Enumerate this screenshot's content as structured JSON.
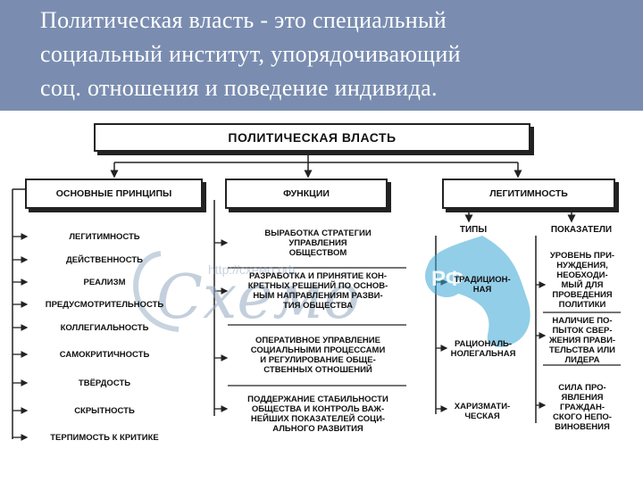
{
  "header": {
    "line1": "Политическая власть - это специальный",
    "line2": "социальный институт, упорядочивающий",
    "line3": "соц. отношения и поведение индивида."
  },
  "diagram": {
    "title": "ПОЛИТИЧЕСКАЯ ВЛАСТЬ",
    "principles": {
      "heading": "ОСНОВНЫЕ ПРИНЦИПЫ",
      "items": [
        "ЛЕГИТИМНОСТЬ",
        "ДЕЙСТВЕННОСТЬ",
        "РЕАЛИЗМ",
        "ПРЕДУСМОТРИТЕЛЬНОСТЬ",
        "КОЛЛЕГИАЛЬНОСТЬ",
        "САМОКРИТИЧНОСТЬ",
        "ТВЁРДОСТЬ",
        "СКРЫТНОСТЬ",
        "ТЕРПИМОСТЬ К КРИТИКЕ"
      ]
    },
    "functions": {
      "heading": "ФУНКЦИИ",
      "items": [
        "ВЫРАБОТКА СТРАТЕГИИ\nУПРАВЛЕНИЯ\nОБЩЕСТВОМ",
        "РАЗРАБОТКА И ПРИНЯТИЕ КОН-\nКРЕТНЫХ РЕШЕНИЙ ПО ОСНОВ-\nНЫМ НАПРАВЛЕНИЯМ РАЗВИ-\nТИЯ ОБЩЕСТВА",
        "ОПЕРАТИВНОЕ УПРАВЛЕНИЕ\nСОЦИАЛЬНЫМИ ПРОЦЕССАМИ\nИ РЕГУЛИРОВАНИЕ ОБЩЕ-\nСТВЕННЫХ ОТНОШЕНИЙ",
        "ПОДДЕРЖАНИЕ СТАБИЛЬНОСТИ\nОБЩЕСТВА И КОНТРОЛЬ ВАЖ-\nНЕЙШИХ ПОКАЗАТЕЛЕЙ СОЦИ-\nАЛЬНОГО РАЗВИТИЯ"
      ]
    },
    "legitimacy": {
      "heading": "ЛЕГИТИМНОСТЬ",
      "types_heading": "ТИПЫ",
      "indicators_heading": "ПОКАЗАТЕЛИ",
      "types": [
        "ТРАДИЦИОН-\nНАЯ",
        "РАЦИОНАЛЬ-\nНОЛЕГАЛЬНАЯ",
        "ХАРИЗМАТИ-\nЧЕСКАЯ"
      ],
      "indicators": [
        "УРОВЕНЬ ПРИ-\nНУЖДЕНИЯ,\nНЕОБХОДИ-\nМЫЙ ДЛЯ\nПРОВЕДЕНИЯ\nПОЛИТИКИ",
        "НАЛИЧИЕ ПО-\nПЫТОК СВЕР-\nЖЕНИЯ ПРАВИ-\nТЕЛЬСТВА ИЛИ\nЛИДЕРА",
        "СИЛА ПРО-\nЯВЛЕНИЯ\nГРАЖДАН-\nСКОГО НЕПО-\nВИНОВЕНИЯ"
      ]
    },
    "watermark": {
      "brand": "Схемо",
      "suffix": "РФ",
      "url": "http://схемо.рф"
    }
  }
}
